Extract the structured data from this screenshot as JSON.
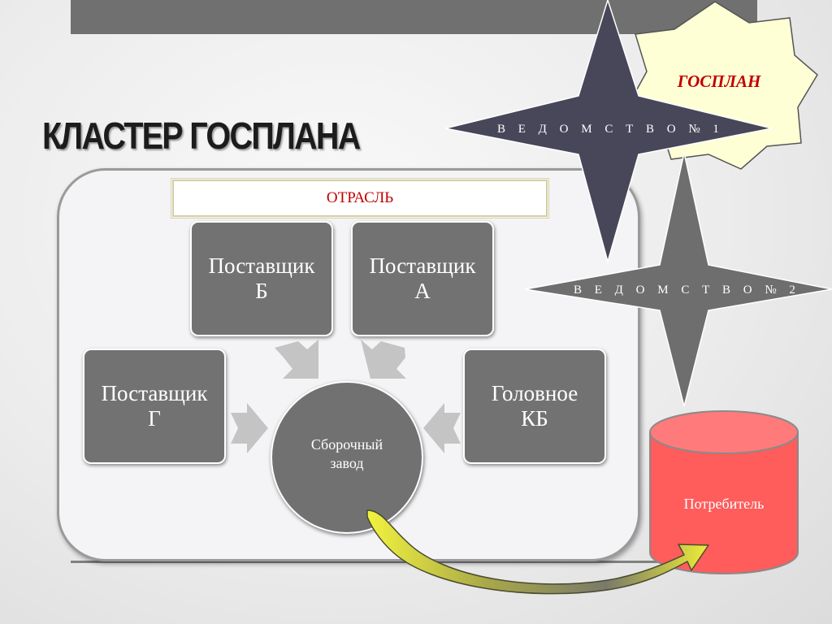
{
  "slide": {
    "title": "КЛАСТЕР ГОСПЛАНА",
    "industry": "ОТРАСЛЬ",
    "suppliers": {
      "b": "Поставщик\nБ",
      "a": "Поставщик\nА",
      "g": "Поставщик\nГ",
      "kb": "Головное\nКБ"
    },
    "assembly_plant": "Сборочный\nзавод",
    "consumer": "Потребитель",
    "gosplan": "ГОСПЛАН",
    "ministry_1": "В Е Д О М С Т В О № 1",
    "ministry_2": "В Е Д О М С Т В О № 2"
  },
  "colors": {
    "node_fill": "#727272",
    "arrow_fill": "#c4c4c4",
    "star_1_fill": "#474759",
    "star_2_fill": "#6e6e6e",
    "gosplan_fill": "#ffffd6",
    "consumer_fill": "#ff5c5c",
    "flow_arrow": "#e8e83a",
    "title_accent": "#c00000"
  }
}
